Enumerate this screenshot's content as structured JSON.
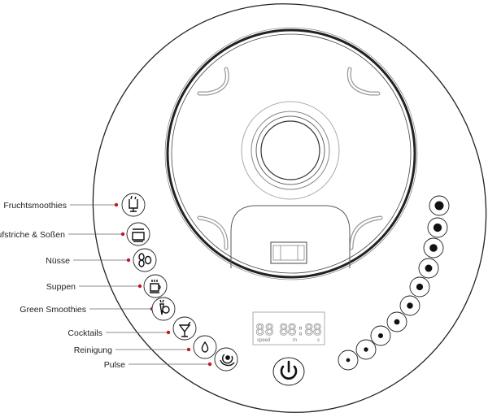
{
  "programs": [
    {
      "label": "Fruchtsmoothies",
      "icon": "smoothie-glass-icon"
    },
    {
      "label": "Aufstriche & Soßen",
      "icon": "spread-jar-icon"
    },
    {
      "label": "Nüsse",
      "icon": "nuts-icon"
    },
    {
      "label": "Suppen",
      "icon": "soup-cup-icon"
    },
    {
      "label": "Green Smoothies",
      "icon": "vegetables-icon"
    },
    {
      "label": "Cocktails",
      "icon": "cocktail-glass-icon"
    },
    {
      "label": "Reinigung",
      "icon": "water-drop-icon"
    },
    {
      "label": "Pulse",
      "icon": "pulse-icon"
    }
  ],
  "display": {
    "digits_speed": "88",
    "digits_time": "88:88",
    "speed_label": "speed",
    "minutes_label": "m",
    "seconds_label": "s"
  },
  "speed_levels": 10,
  "colors": {
    "leader_dot": "#c0172b",
    "line": "#222222"
  }
}
